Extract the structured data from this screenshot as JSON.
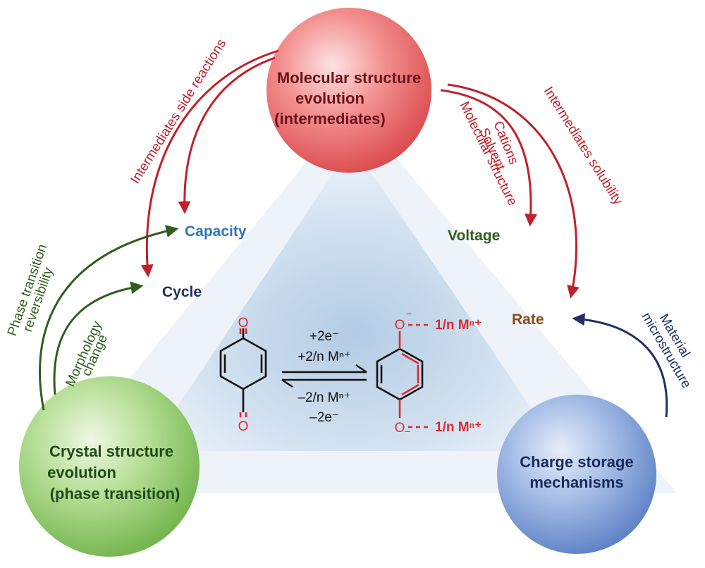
{
  "nodes": {
    "molecular": {
      "lines": [
        "Molecular structure",
        "evolution",
        "(intermediates)"
      ],
      "text_color": "#6b1318"
    },
    "crystal": {
      "lines": [
        "Crystal structure",
        "evolution",
        "(phase transition)"
      ],
      "text_color": "#1d4a17"
    },
    "charge": {
      "lines": [
        "Charge storage",
        "mechanisms"
      ],
      "text_color": "#182a5c"
    }
  },
  "properties": {
    "capacity": {
      "label": "Capacity",
      "color": "#2e75b6"
    },
    "cycle": {
      "label": "Cycle",
      "color": "#1f2f5a"
    },
    "voltage": {
      "label": "Voltage",
      "color": "#2f5d1e"
    },
    "rate": {
      "label": "Rate",
      "color": "#8b4a18"
    }
  },
  "arc_labels": {
    "side_reactions": "Intermediates side reactions",
    "cations": "Cations",
    "solvent": "Solvent",
    "molecular_structure": "Molecular structure",
    "solubility": "Intermediates solubility",
    "phase_transition_1": "Phase transition",
    "phase_transition_2": "reversibility",
    "morphology_1": "Morphology",
    "morphology_2": "change",
    "material_1": "Material",
    "material_2": "microstructure"
  },
  "reaction": {
    "oxygen": "O",
    "forward_1": "+2e⁻",
    "forward_2": "+2/n Mⁿ⁺",
    "reverse_1": "–2/n Mⁿ⁺",
    "reverse_2": "–2e⁻",
    "ion_top": "1/n Mⁿ⁺",
    "ion_bottom": "1/n Mⁿ⁺",
    "minus": "−"
  },
  "colors": {
    "red_arrow": "#c0202a",
    "green_arrow": "#2f5d1e",
    "navy_arrow": "#1f2f66",
    "reduced_red": "#e0272e",
    "triangle_light": "#e8f0f8",
    "triangle_dark": "#b9d0e6"
  }
}
